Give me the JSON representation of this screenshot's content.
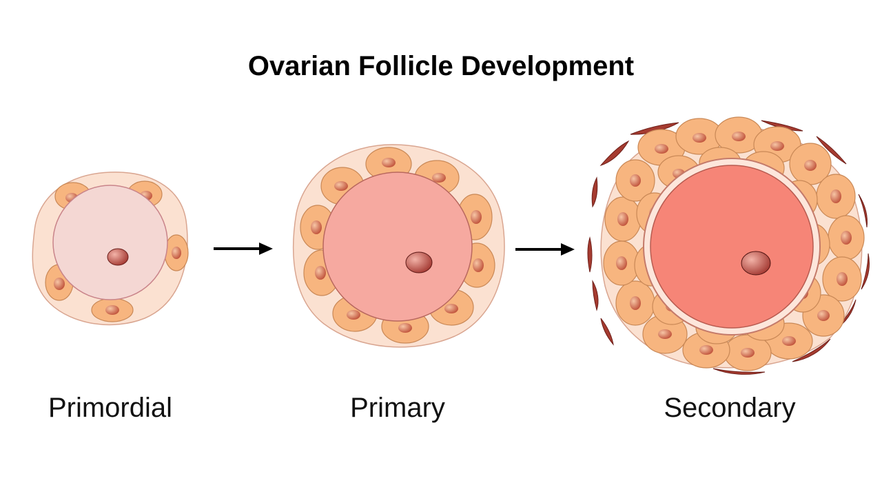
{
  "title": "Ovarian Follicle Development",
  "stages": [
    {
      "label": "Primordial"
    },
    {
      "label": "Primary"
    },
    {
      "label": "Secondary"
    }
  ],
  "colors": {
    "stroma": "#fbe1d1",
    "stroma_edge": "#d9a590",
    "granulosa": "#f7b57f",
    "granulosa_edge": "#c98856",
    "granulosa_nucleus": "#d9694c",
    "oocyte_primordial": "#f4d7d3",
    "oocyte_primary": "#f6a9a0",
    "oocyte_secondary": "#f68577",
    "zona": "#fde6db",
    "oocyte_nucleus": "#c8504a",
    "theca": "#a53b30",
    "arrow": "#000000"
  }
}
